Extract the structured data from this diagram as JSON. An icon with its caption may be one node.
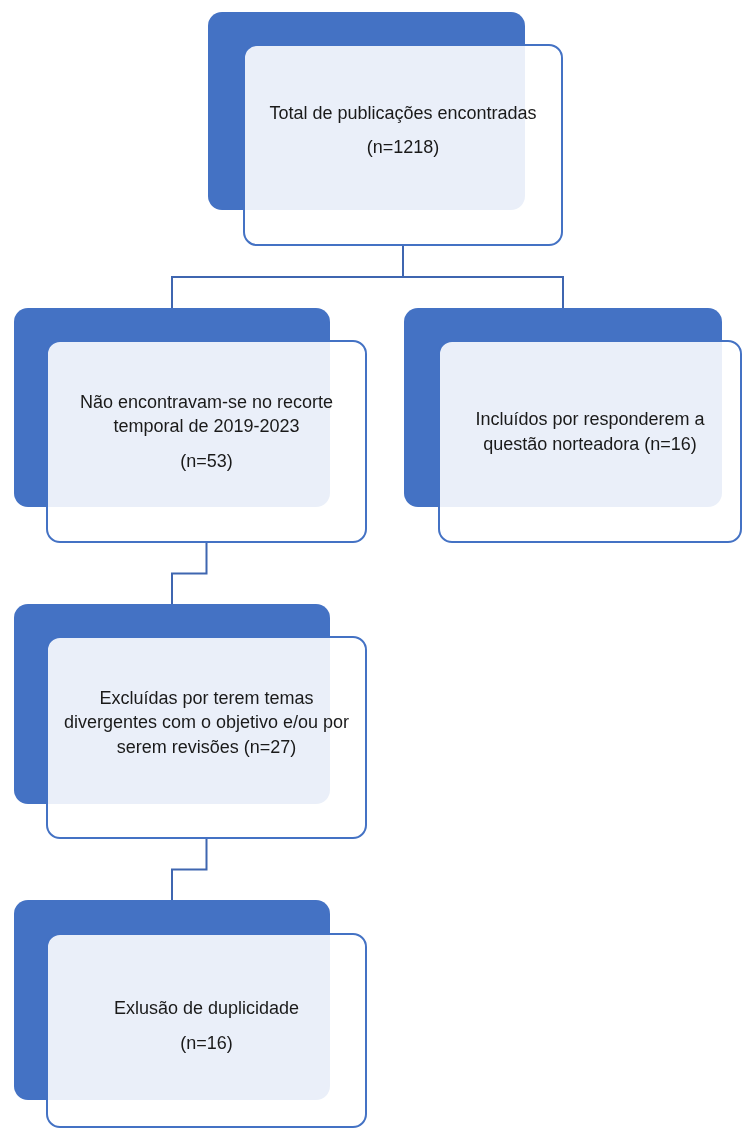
{
  "diagram": {
    "nodes": [
      {
        "text": [
          "Total de publicações encontradas",
          "(n=1218)"
        ]
      },
      {
        "text": [
          "Não encontravam-se no recorte temporal de 2019-2023",
          "(n=53)"
        ]
      },
      {
        "text": [
          "Incluídos por responderem a questão norteadora (n=16)"
        ]
      },
      {
        "text": [
          "Excluídas por terem temas divergentes com o objetivo e/ou por serem revisões (n=27)"
        ]
      },
      {
        "text": [
          "Exlusão de duplicidade",
          "(n=16)"
        ]
      }
    ],
    "edges": [
      {
        "from": 0,
        "to": 1,
        "arrow": "none"
      },
      {
        "from": 0,
        "to": 2,
        "arrow": "none"
      },
      {
        "from": 1,
        "to": 3,
        "arrow": "none"
      },
      {
        "from": 3,
        "to": 4,
        "arrow": "none"
      }
    ]
  }
}
